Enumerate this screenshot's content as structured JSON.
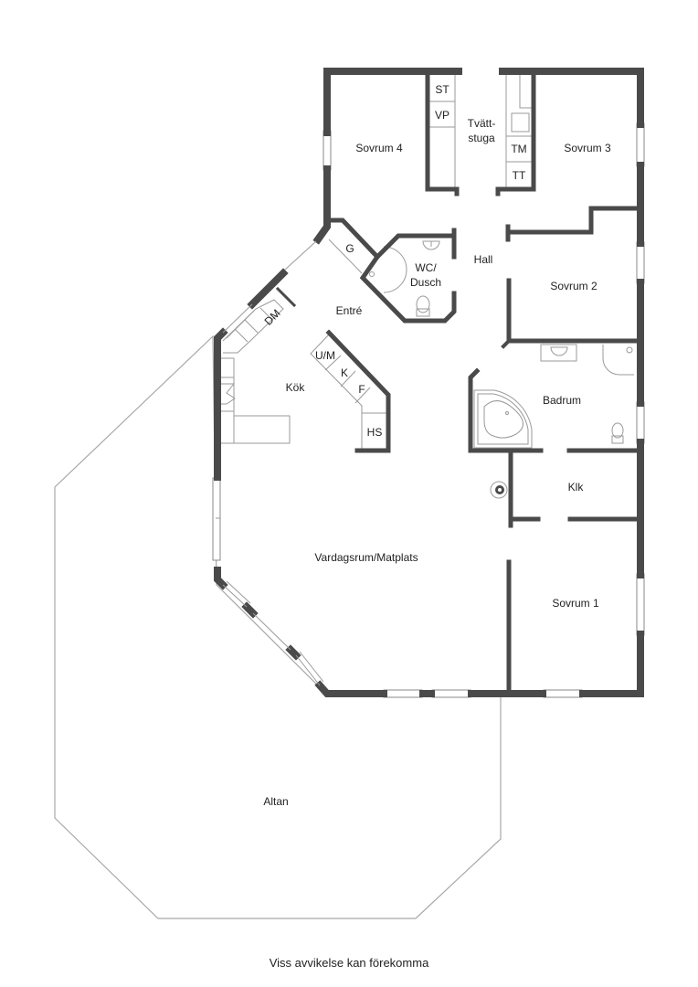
{
  "plan": {
    "rooms": [
      {
        "id": "sovrum-4",
        "label": "Sovrum 4"
      },
      {
        "id": "tvattstuga",
        "label_line1": "Tvätt-",
        "label_line2": "stuga"
      },
      {
        "id": "sovrum-3",
        "label": "Sovrum 3"
      },
      {
        "id": "hall",
        "label": "Hall"
      },
      {
        "id": "sovrum-2",
        "label": "Sovrum 2"
      },
      {
        "id": "wc-dusch",
        "label_line1": "WC/",
        "label_line2": "Dusch"
      },
      {
        "id": "entre",
        "label": "Entré"
      },
      {
        "id": "kok",
        "label": "Kök"
      },
      {
        "id": "badrum",
        "label": "Badrum"
      },
      {
        "id": "klk",
        "label": "Klk"
      },
      {
        "id": "vardagsrum",
        "label": "Vardagsrum/Matplats"
      },
      {
        "id": "sovrum-1",
        "label": "Sovrum 1"
      },
      {
        "id": "altan",
        "label": "Altan"
      },
      {
        "id": "garderob",
        "label": "G"
      }
    ],
    "fixtures": {
      "st": "ST",
      "vp": "VP",
      "tm": "TM",
      "tt": "TT",
      "dm": "DM",
      "um": "U/M",
      "k": "K",
      "f": "F",
      "hs": "HS"
    },
    "colors": {
      "wall": "#4a4a4a",
      "line": "#9a9a9a",
      "text": "#222222"
    }
  },
  "footer": {
    "disclaimer": "Viss avvikelse kan förekomma"
  }
}
